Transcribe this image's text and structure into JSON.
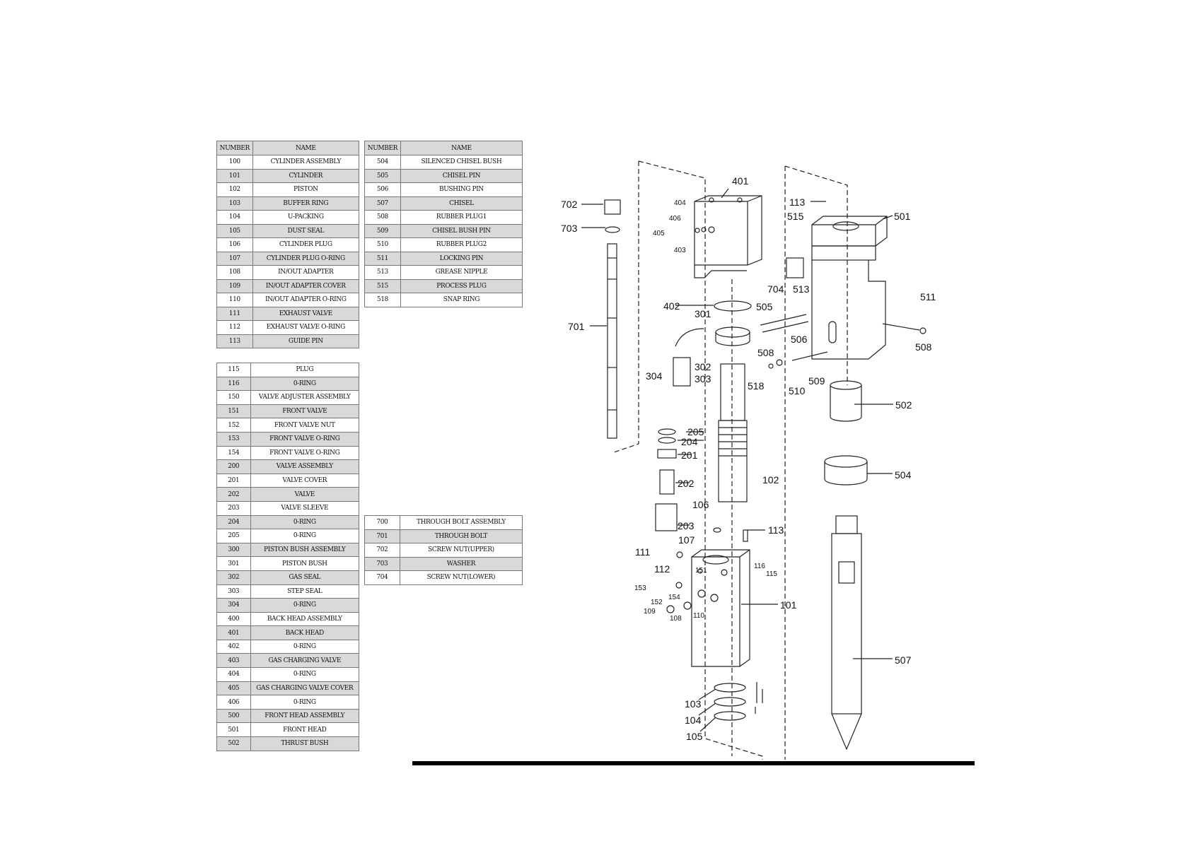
{
  "tables": {
    "header_number": "NUMBER",
    "header_name": "NAME",
    "table1": [
      {
        "number": "100",
        "name": "CYLINDER ASSEMBLY"
      },
      {
        "number": "101",
        "name": "CYLINDER"
      },
      {
        "number": "102",
        "name": "PISTON"
      },
      {
        "number": "103",
        "name": "BUFFER RING"
      },
      {
        "number": "104",
        "name": "U-PACKING"
      },
      {
        "number": "105",
        "name": "DUST SEAL"
      },
      {
        "number": "106",
        "name": "CYLINDER PLUG"
      },
      {
        "number": "107",
        "name": "CYLINDER PLUG O-RING"
      },
      {
        "number": "108",
        "name": "IN/OUT ADAPTER"
      },
      {
        "number": "109",
        "name": "IN/OUT ADAPTER COVER"
      },
      {
        "number": "110",
        "name": "IN/OUT ADAPTER O-RING"
      },
      {
        "number": "111",
        "name": "EXHAUST VALVE"
      },
      {
        "number": "112",
        "name": "EXHAUST VALVE O-RING"
      },
      {
        "number": "113",
        "name": "GUIDE PIN"
      }
    ],
    "table2": [
      {
        "number": "504",
        "name": "SILENCED CHISEL BUSH"
      },
      {
        "number": "505",
        "name": "CHISEL PIN"
      },
      {
        "number": "506",
        "name": "BUSHING PIN"
      },
      {
        "number": "507",
        "name": "CHISEL"
      },
      {
        "number": "508",
        "name": "RUBBER PLUG1"
      },
      {
        "number": "509",
        "name": "CHISEL BUSH PIN"
      },
      {
        "number": "510",
        "name": "RUBBER PLUG2"
      },
      {
        "number": "511",
        "name": "LOCKING PIN"
      },
      {
        "number": "513",
        "name": "GREASE NIPPLE"
      },
      {
        "number": "515",
        "name": "PROCESS PLUG"
      },
      {
        "number": "518",
        "name": "SNAP RING"
      }
    ],
    "table3": [
      {
        "number": "115",
        "name": "PLUG"
      },
      {
        "number": "116",
        "name": "0-RING"
      },
      {
        "number": "150",
        "name": "VALVE ADJUSTER ASSEMBLY"
      },
      {
        "number": "151",
        "name": "FRONT VALVE"
      },
      {
        "number": "152",
        "name": "FRONT VALVE NUT"
      },
      {
        "number": "153",
        "name": "FRONT VALVE O-RING"
      },
      {
        "number": "154",
        "name": "FRONT VALVE O-RING"
      },
      {
        "number": "200",
        "name": "VALVE ASSEMBLY"
      },
      {
        "number": "201",
        "name": "VALVE COVER"
      },
      {
        "number": "202",
        "name": "VALVE"
      },
      {
        "number": "203",
        "name": "VALVE SLEEVE"
      },
      {
        "number": "204",
        "name": "0-RING"
      },
      {
        "number": "205",
        "name": "0-RING"
      },
      {
        "number": "300",
        "name": "PISTON BUSH ASSEMBLY"
      },
      {
        "number": "301",
        "name": "PISTON BUSH"
      },
      {
        "number": "302",
        "name": "GAS SEAL"
      },
      {
        "number": "303",
        "name": "STEP SEAL"
      },
      {
        "number": "304",
        "name": "0-RING"
      },
      {
        "number": "400",
        "name": "BACK HEAD ASSEMBLY"
      },
      {
        "number": "401",
        "name": "BACK HEAD"
      },
      {
        "number": "402",
        "name": "0-RING"
      },
      {
        "number": "403",
        "name": "GAS CHARGING VALVE"
      },
      {
        "number": "404",
        "name": "0-RING"
      },
      {
        "number": "405",
        "name": "GAS CHARGING VALVE COVER"
      },
      {
        "number": "406",
        "name": "0-RING"
      },
      {
        "number": "500",
        "name": "FRONT HEAD ASSEMBLY"
      },
      {
        "number": "501",
        "name": "FRONT HEAD"
      },
      {
        "number": "502",
        "name": "THRUST BUSH"
      }
    ],
    "table4": [
      {
        "number": "700",
        "name": "THROUGH BOLT ASSEMBLY"
      },
      {
        "number": "701",
        "name": "THROUGH BOLT"
      },
      {
        "number": "702",
        "name": "SCREW NUT(UPPER)"
      },
      {
        "number": "703",
        "name": "WASHER"
      },
      {
        "number": "704",
        "name": "SCREW NUT(LOWER)"
      }
    ]
  },
  "callouts": {
    "c401": "401",
    "c404": "404",
    "c406": "406",
    "c405": "405",
    "c403": "403",
    "c702": "702",
    "c703": "703",
    "c701": "701",
    "c402": "402",
    "c301": "301",
    "c302": "302",
    "c303": "303",
    "c304": "304",
    "c205": "205",
    "c204": "204",
    "c201": "201",
    "c202": "202",
    "c203": "203",
    "c102": "102",
    "c106": "106",
    "c107": "107",
    "c113b": "113",
    "c111": "111",
    "c112": "112",
    "c116": "116",
    "c115": "115",
    "c151": "151",
    "c153": "153",
    "c154": "154",
    "c152": "152",
    "c109": "109",
    "c108": "108",
    "c110": "110",
    "c101": "101",
    "c103": "103",
    "c104": "104",
    "c105": "105",
    "c113a": "113",
    "c515": "515",
    "c501": "501",
    "c704": "704",
    "c513": "513",
    "c505": "505",
    "c511": "511",
    "c506": "506",
    "c508a": "508",
    "c508b": "508",
    "c518": "518",
    "c510": "510",
    "c509": "509",
    "c502": "502",
    "c504": "504",
    "c507": "507"
  }
}
